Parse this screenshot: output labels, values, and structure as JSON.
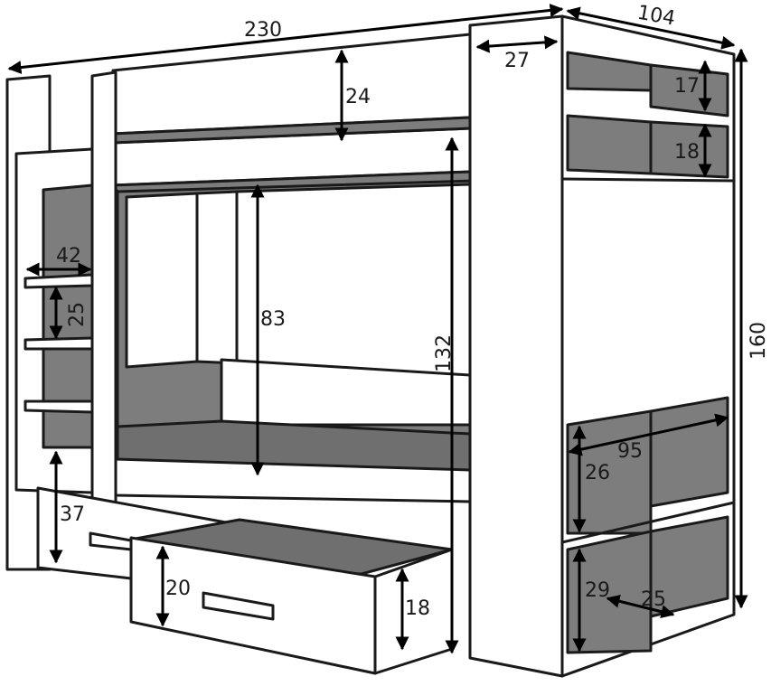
{
  "dimensions": {
    "total_length": "230",
    "total_depth": "104",
    "post_width": "27",
    "upper_guard_height": "24",
    "shelf_top_height": "17",
    "shelf_second_height": "18",
    "ladder_width": "42",
    "rung_spacing": "25",
    "lower_bed_clearance": "83",
    "upper_bed_height": "132",
    "total_height": "160",
    "shelf_depth": "95",
    "lower_shelf_height": "26",
    "bottom_shelf_height": "29",
    "bottom_shelf_depth": "25",
    "drawer_height_front": "20",
    "drawer_height_side": "18",
    "lower_bed_height": "37"
  },
  "colors": {
    "line": "#1a1a1a",
    "panel": "#ffffff",
    "inner": "#7d7d7d"
  }
}
